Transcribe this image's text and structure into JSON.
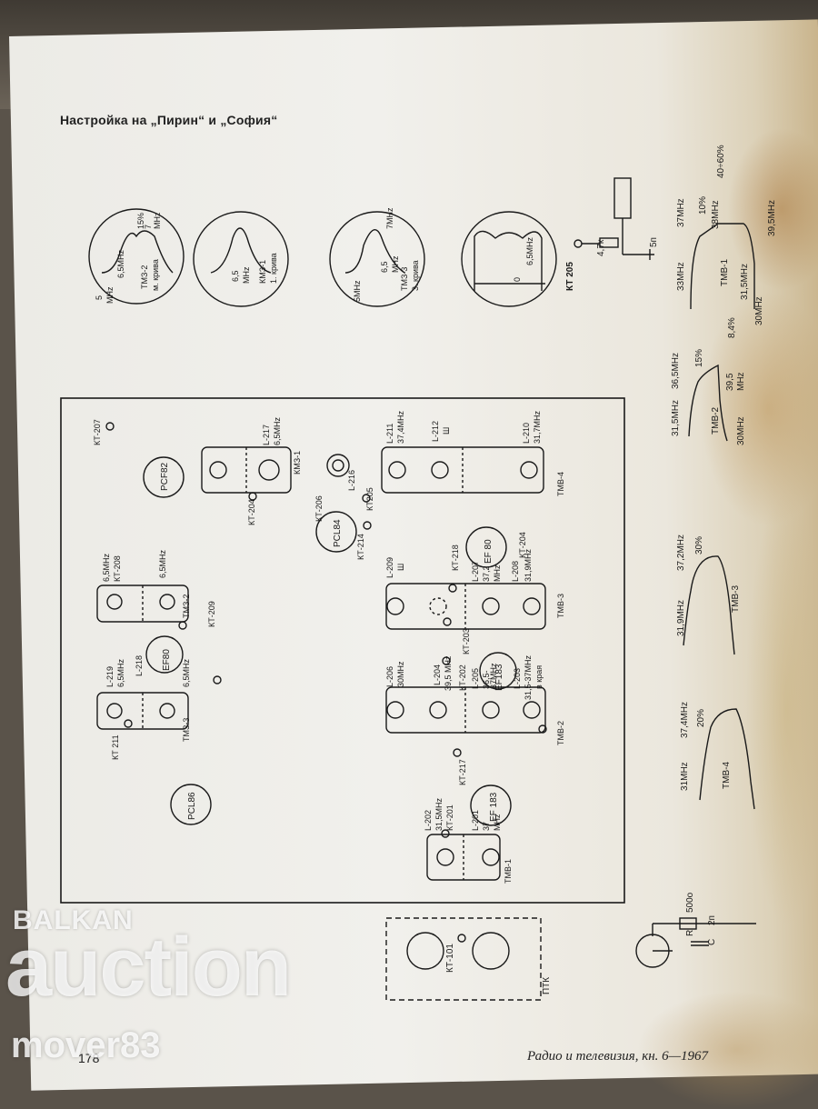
{
  "document": {
    "title": "Настройка на „Пирин“ и „София“",
    "footer": "Радио и телевизия, кн. 6—1967",
    "page_number": "178"
  },
  "watermark": {
    "line1": "BALKAN",
    "line2": "auction",
    "line3": "mover83"
  },
  "scopes": {
    "s1": {
      "l1": "5",
      "l2": "MHz",
      "c1": "6,5MHz",
      "c2": "15%",
      "r1": "7",
      "r2": "MHz",
      "t1": "ТМЗ-2",
      "t2": "м. крива"
    },
    "s2": {
      "c1": "6,5",
      "c2": "MHz",
      "t1": "КМЗ-1",
      "t2": "1. крива"
    },
    "s3": {
      "l1": "5MHz",
      "c1": "6,5",
      "c2": "MHz",
      "r1": "7MHz",
      "t1": "ТМЗ-3",
      "t2": "3. крива"
    },
    "s4": {
      "l1": "0",
      "r1": "6,5MHz"
    }
  },
  "probe": {
    "r": "4,7к",
    "c": "5п",
    "kt": "КТ 205"
  },
  "curves": {
    "tmv1": {
      "top_l": "33MHz",
      "top_r": "37MHz",
      "pct1": "10%",
      "pct2": "40÷60%",
      "f38": "38MHz",
      "name": "ТМВ-1",
      "f315": "31,5MHz",
      "f30": "30MHz",
      "f395": "39,5MHz",
      "pct84": "8,4%"
    },
    "tmv2": {
      "f315": "31,5MHz",
      "f365": "36,5MHz",
      "pct": "15%",
      "f395a": "39,5",
      "f395b": "MHz",
      "name": "ТМВ-2",
      "f30": "30MHz"
    },
    "tmv3": {
      "f319": "31,9MHz",
      "f372": "37,2MHz",
      "pct": "30%",
      "name": "ТМВ-3"
    },
    "tmv4": {
      "f31": "31MHz",
      "f374": "37,4MHz",
      "pct": "20%",
      "name": "ТМВ-4"
    }
  },
  "board": {
    "kt207": "КТ-207",
    "l217a": "L-217",
    "l217b": "6,5MHz",
    "km31": "КМЗ-1",
    "l216": "L-216",
    "kt206": "КТ-206",
    "kt204b": "КТ-204",
    "kt205": "КТ205",
    "pcf82": "PCF82",
    "l211a": "L-211",
    "l211b": "37,4MHz",
    "l212a": "L-212",
    "l212b": "Ш",
    "l210a": "L-210",
    "l210b": "31,7MHz",
    "tmv4": "ТМВ-4",
    "pcl84": "PCL84",
    "kt214": "КТ-214",
    "l209a": "L-209",
    "l209b": "Ш",
    "kt218": "КТ-218",
    "ef80a": "EF 80",
    "l207a": "L-207",
    "l207b": "37,2",
    "l207c": "MHz",
    "kt204a": "КТ-204",
    "l208a": "L-208",
    "l208b": "31,9MHz",
    "tmv3": "ТМВ-3",
    "kt203": "КТ-203",
    "mhz208a": "6,5MHz",
    "kt208": "КТ-208",
    "mhz65b": "6,5MHz",
    "tmz2a": "ТМЗ-2",
    "tmz2b": "ТМЗ-2",
    "kt209": "КТ-209",
    "l219a": "L-219",
    "l219b": "6,5MHz",
    "l218a": "L-218",
    "l218b": "6,5MHz",
    "ef80b": "EF80",
    "tmz3": "ТМЗ-3",
    "kt211": "КТ 211",
    "l206a": "L-206",
    "l206b": "30MHz",
    "l204a": "L-204",
    "l204b": "39,5 MHz",
    "kt202": "КТ-202",
    "ef183a": "EF183",
    "l205a": "L-205",
    "l205b": "36,5-",
    "l205c": "37MHz",
    "l203a": "L-203",
    "l203b": "31,5-37MHz",
    "l203c": "в края",
    "tmv2": "ТМВ-2",
    "kt217": "КТ-217",
    "pcl86": "PCL86",
    "l202a": "L-202",
    "l202b": "31,5MHz",
    "kt201": "КТ-201",
    "l201a": "L-201",
    "l201b": "37",
    "l201c": "MHz",
    "ef183b": "EF 183",
    "tmv1": "ТМВ-1"
  },
  "ptk": {
    "kt101": "КТ-101",
    "name": "ПТК"
  },
  "rc": {
    "r": "R",
    "rv": "500о",
    "c": "C",
    "cv": "2п"
  }
}
